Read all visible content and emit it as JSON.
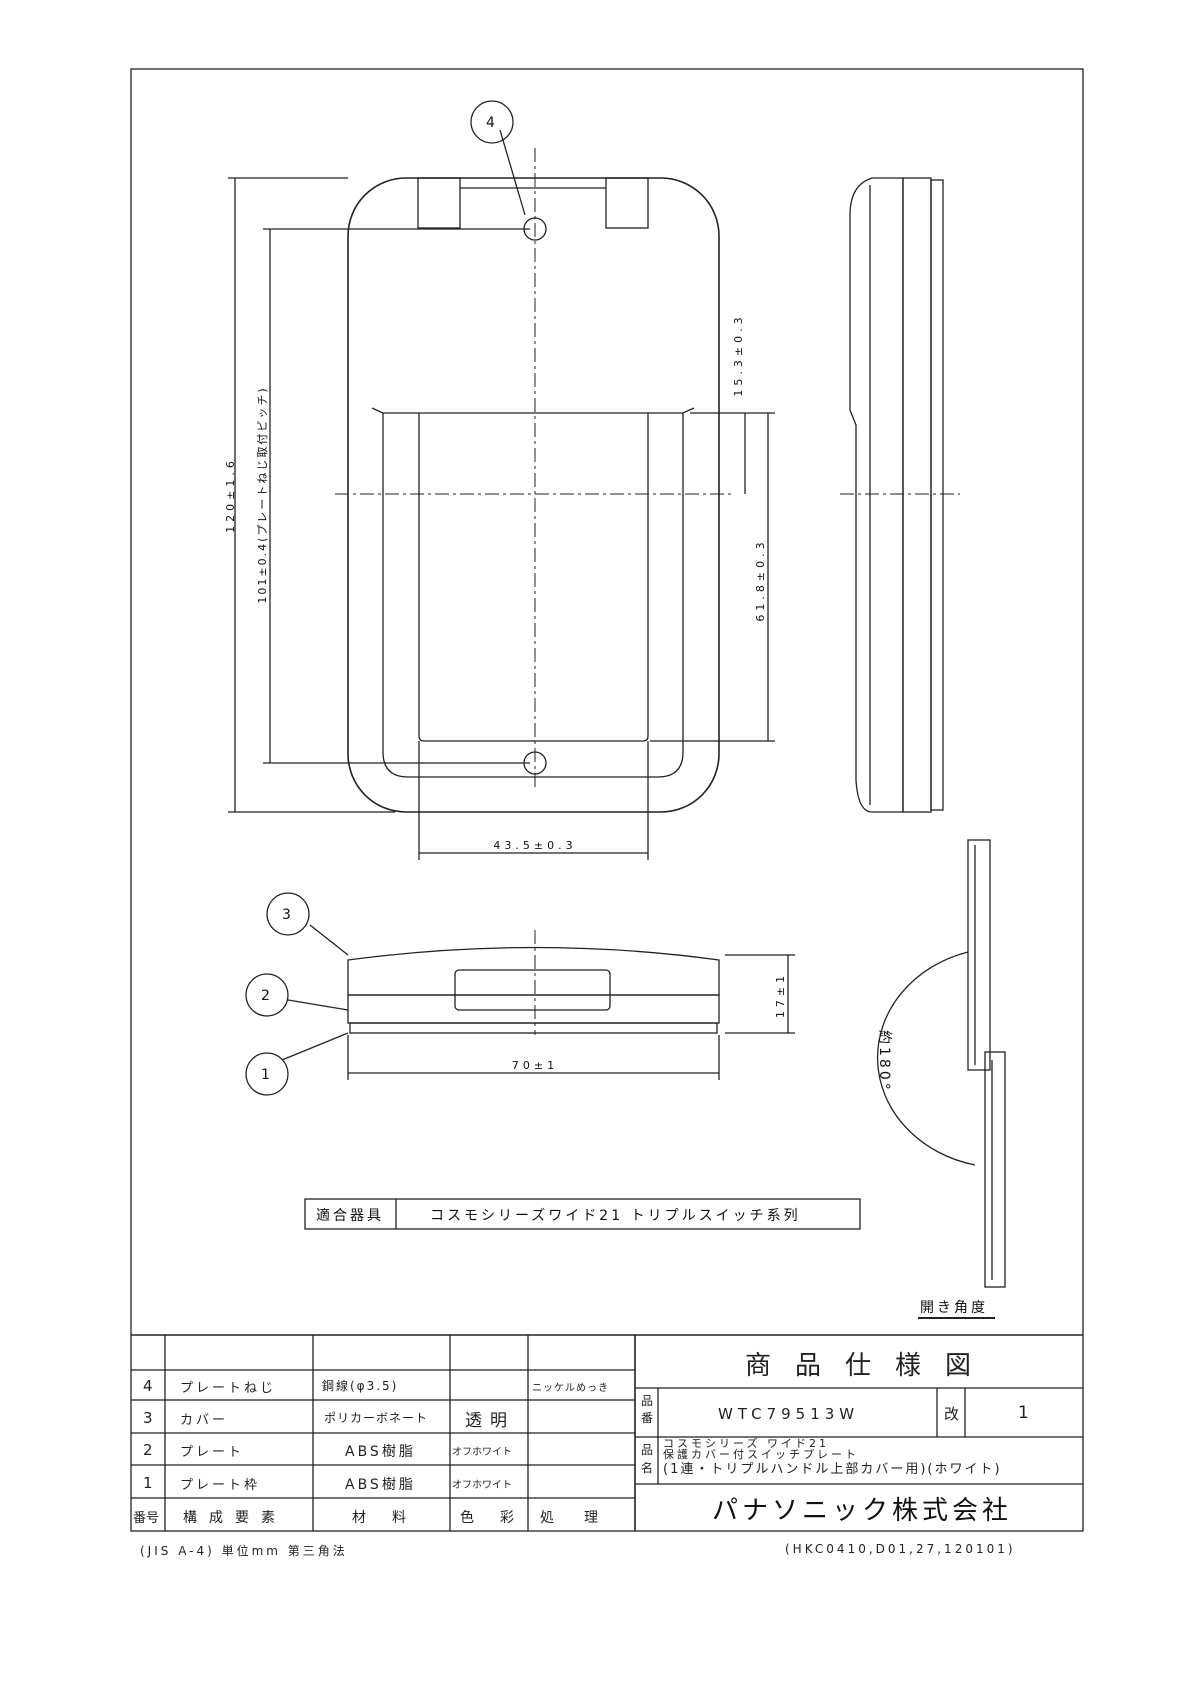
{
  "dimensions": {
    "height_total": "120±1.6",
    "screw_pitch": "101±0.4(プレートねじ取付ピッチ)",
    "top_offset": "15.3±0.3",
    "window_height": "61.8±0.3",
    "window_width": "43.5±0.3",
    "width_total": "70±1",
    "depth": "17±1",
    "open_angle": "約180°"
  },
  "callouts": [
    "1",
    "2",
    "3",
    "4"
  ],
  "compatible": {
    "label": "適合器具",
    "value": "コスモシリーズワイド21 トリプルスイッチ系列"
  },
  "open_angle_label": "開き角度",
  "parts_table": {
    "headers": [
      "番号",
      "構成要素",
      "材料",
      "色彩",
      "処理"
    ],
    "rows": [
      {
        "no": "4",
        "name": "プレートねじ",
        "material": "鋼線(φ3.5)",
        "color": "",
        "finish": "ニッケルめっき"
      },
      {
        "no": "3",
        "name": "カバー",
        "material": "ポリカーボネート",
        "color": "透明",
        "finish": ""
      },
      {
        "no": "2",
        "name": "プレート",
        "material": "ABS樹脂",
        "color": "オフホワイト",
        "finish": ""
      },
      {
        "no": "1",
        "name": "プレート枠",
        "material": "ABS樹脂",
        "color": "オフホワイト",
        "finish": ""
      }
    ]
  },
  "title_block": {
    "title": "商品仕様図",
    "part_no_label": "品番",
    "part_no": "WTC79513W",
    "rev_label": "改",
    "rev": "1",
    "name_label": "品名",
    "name_line1": "コスモシリーズ ワイド21",
    "name_line2": "保護カバー付スイッチプレート",
    "name_line3": "(1連・トリプルハンドル上部カバー用)(ホワイト)",
    "company": "パナソニック株式会社"
  },
  "footer": {
    "left": "(JIS A-4)  単位mm  第三角法",
    "right": "(HKC0410,D01,27,120101)"
  }
}
